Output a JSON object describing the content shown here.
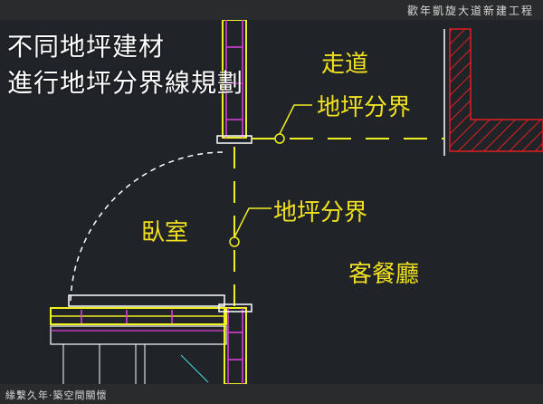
{
  "header": {
    "project_title": "歡年凱旋大道新建工程"
  },
  "overlay": {
    "line1": "不同地坪建材",
    "line2": "進行地坪分界線規劃"
  },
  "drawing": {
    "labels": {
      "corridor": "走道",
      "floor_boundary_top": "地坪分界",
      "floor_boundary_mid": "地坪分界",
      "bedroom": "臥室",
      "living_dining": "客餐廳"
    },
    "colors": {
      "background": "#202328",
      "text": "#f0e020",
      "wall_line": "#f0f020",
      "partition": "#e040e0",
      "hatch": "#e02020",
      "door_arc": "#ffffff"
    }
  },
  "footer": {
    "text": "緣繫久年‧築空間關懷"
  }
}
